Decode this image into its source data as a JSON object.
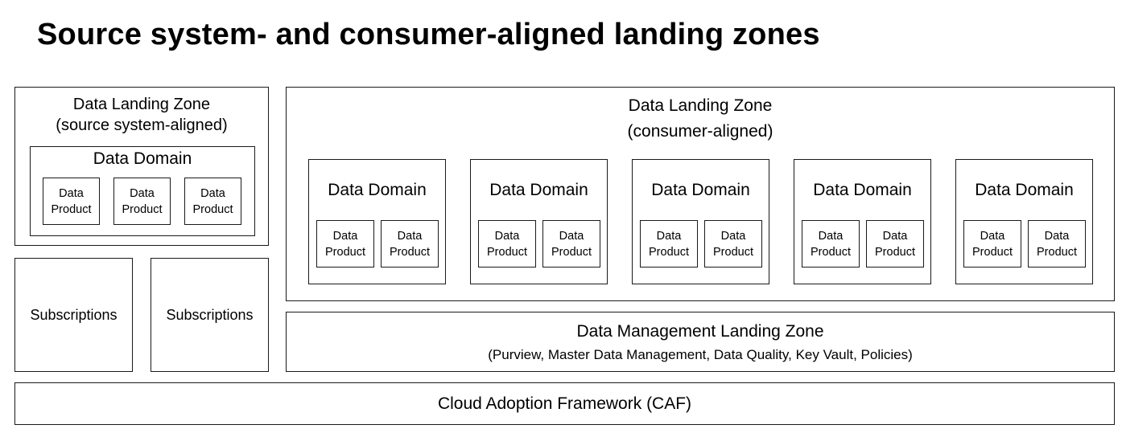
{
  "title": "Source system- and consumer-aligned landing zones",
  "source_zone": {
    "title_line1": "Data Landing Zone",
    "title_line2": "(source system-aligned)",
    "domain": {
      "label": "Data Domain",
      "products": [
        {
          "line1": "Data",
          "line2": "Product"
        },
        {
          "line1": "Data",
          "line2": "Product"
        },
        {
          "line1": "Data",
          "line2": "Product"
        }
      ]
    }
  },
  "subscriptions": [
    "Subscriptions",
    "Subscriptions"
  ],
  "consumer_zone": {
    "title_line1": "Data Landing Zone",
    "title_line2": "(consumer-aligned)",
    "domains": [
      {
        "label": "Data Domain",
        "products": [
          {
            "line1": "Data",
            "line2": "Product"
          },
          {
            "line1": "Data",
            "line2": "Product"
          }
        ]
      },
      {
        "label": "Data Domain",
        "products": [
          {
            "line1": "Data",
            "line2": "Product"
          },
          {
            "line1": "Data",
            "line2": "Product"
          }
        ]
      },
      {
        "label": "Data Domain",
        "products": [
          {
            "line1": "Data",
            "line2": "Product"
          },
          {
            "line1": "Data",
            "line2": "Product"
          }
        ]
      },
      {
        "label": "Data Domain",
        "products": [
          {
            "line1": "Data",
            "line2": "Product"
          },
          {
            "line1": "Data",
            "line2": "Product"
          }
        ]
      },
      {
        "label": "Data Domain",
        "products": [
          {
            "line1": "Data",
            "line2": "Product"
          },
          {
            "line1": "Data",
            "line2": "Product"
          }
        ]
      }
    ]
  },
  "management_zone": {
    "title": "Data Management Landing Zone",
    "subtitle": "(Purview, Master Data Management, Data Quality, Key Vault, Policies)"
  },
  "caf": {
    "label": "Cloud Adoption Framework (CAF)"
  }
}
